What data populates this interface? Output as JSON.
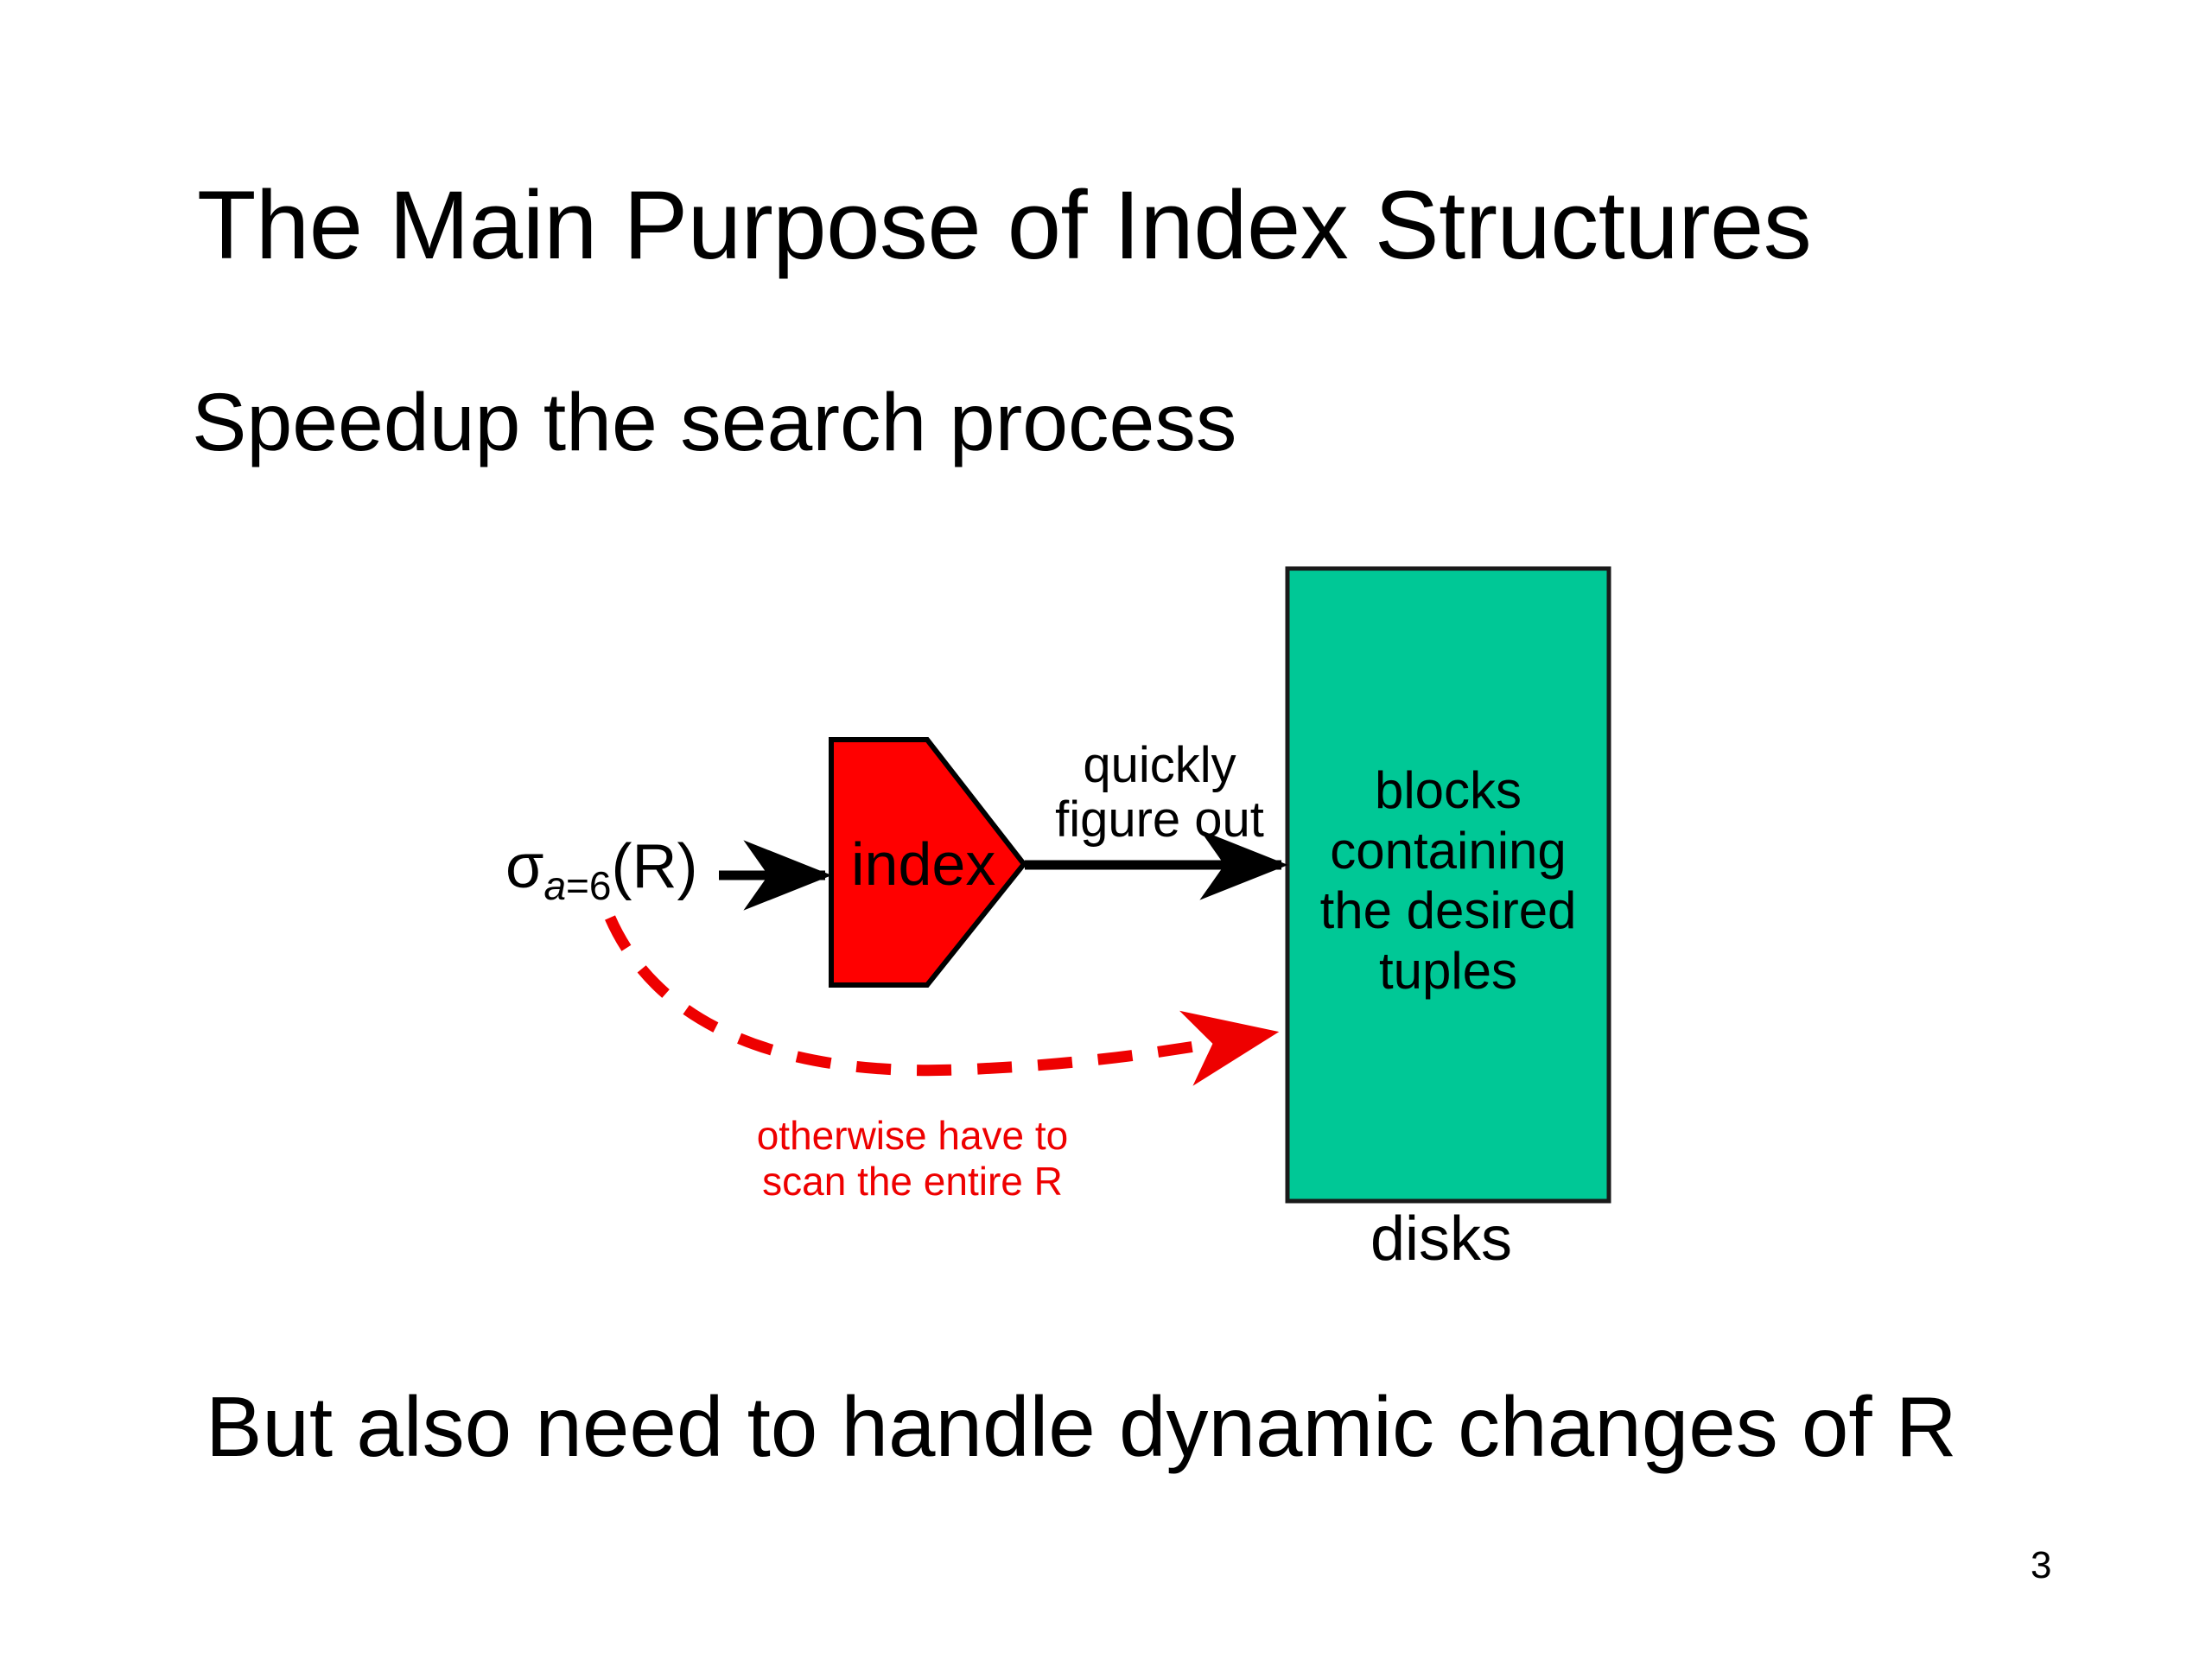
{
  "slide": {
    "title": "The Main Purpose of Index Structures",
    "subtitle": "Speedup the search process",
    "bottom_line": "But also need to handle dynamic changes of R",
    "page_number": "3",
    "background_color": "#ffffff"
  },
  "diagram": {
    "query": {
      "operator": "σ",
      "subscript_attr": "a",
      "subscript_eq": "=",
      "subscript_value": "6",
      "relation": "(R)",
      "full_text": "σa=6(R)"
    },
    "index_node": {
      "label": "index",
      "fill_color": "#ff0000",
      "stroke_color": "#000000",
      "shape": "pentagon-right"
    },
    "disk_node": {
      "label_lines": [
        "blocks",
        "containing",
        "the desired",
        "tuples"
      ],
      "caption": "disks",
      "fill_color": "#00c896",
      "stroke_color": "#1a1a1a",
      "shape": "rectangle"
    },
    "fast_path": {
      "label_lines": [
        "quickly",
        "figure out"
      ],
      "color": "#000000",
      "style": "solid-arrow"
    },
    "slow_path": {
      "label_lines": [
        "otherwise have to",
        "scan the entire R"
      ],
      "color": "#ee0000",
      "style": "dashed-curved-arrow"
    },
    "input_arrow": {
      "color": "#000000",
      "style": "solid-arrow"
    }
  }
}
